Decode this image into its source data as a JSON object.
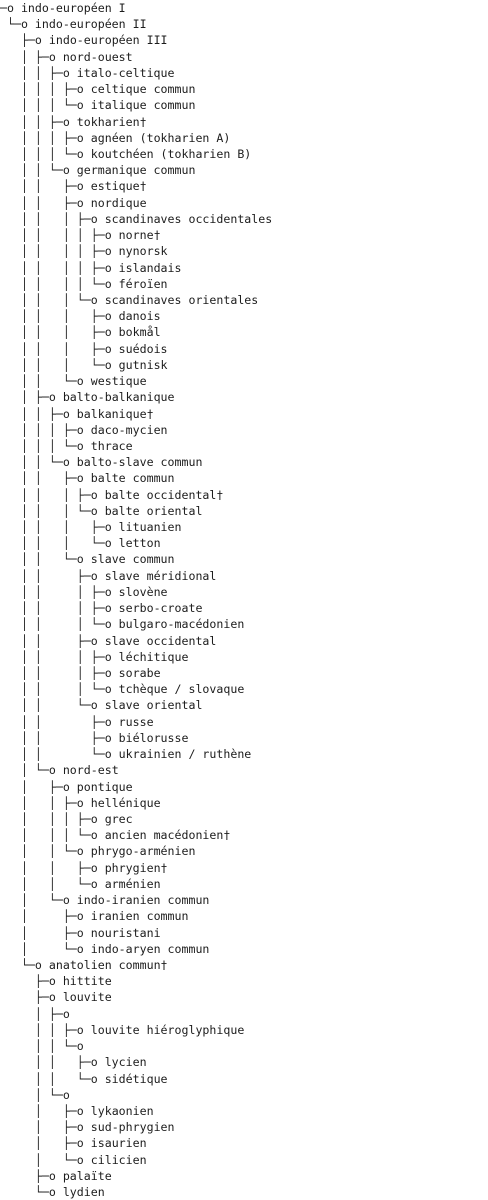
{
  "tree": {
    "nodes": [
      {
        "prefix": "─o ",
        "label": "indo-européen I"
      },
      {
        "prefix": " └─o ",
        "label": "indo-européen II"
      },
      {
        "prefix": "   ├─o ",
        "label": "indo-européen III"
      },
      {
        "prefix": "   │ ├─o ",
        "label": "nord-ouest"
      },
      {
        "prefix": "   │ │ ├─o ",
        "label": "italo-celtique"
      },
      {
        "prefix": "   │ │ │ ├─o ",
        "label": "celtique commun"
      },
      {
        "prefix": "   │ │ │ └─o ",
        "label": "italique commun"
      },
      {
        "prefix": "   │ │ ├─o ",
        "label": "tokharien†"
      },
      {
        "prefix": "   │ │ │ ├─o ",
        "label": "agnéen (tokharien A)"
      },
      {
        "prefix": "   │ │ │ └─o ",
        "label": "koutchéen (tokharien B)"
      },
      {
        "prefix": "   │ │ └─o ",
        "label": "germanique commun"
      },
      {
        "prefix": "   │ │   ├─o ",
        "label": "estique†"
      },
      {
        "prefix": "   │ │   ├─o ",
        "label": "nordique"
      },
      {
        "prefix": "   │ │   │ ├─o ",
        "label": "scandinaves occidentales"
      },
      {
        "prefix": "   │ │   │ │ ├─o ",
        "label": "norne†"
      },
      {
        "prefix": "   │ │   │ │ ├─o ",
        "label": "nynorsk"
      },
      {
        "prefix": "   │ │   │ │ ├─o ",
        "label": "islandais"
      },
      {
        "prefix": "   │ │   │ │ └─o ",
        "label": "féroïen"
      },
      {
        "prefix": "   │ │   │ └─o ",
        "label": "scandinaves orientales"
      },
      {
        "prefix": "   │ │   │   ├─o ",
        "label": "danois"
      },
      {
        "prefix": "   │ │   │   ├─o ",
        "label": "bokmål"
      },
      {
        "prefix": "   │ │   │   ├─o ",
        "label": "suédois"
      },
      {
        "prefix": "   │ │   │   └─o ",
        "label": "gutnisk"
      },
      {
        "prefix": "   │ │   └─o ",
        "label": "westique"
      },
      {
        "prefix": "   │ ├─o ",
        "label": "balto-balkanique"
      },
      {
        "prefix": "   │ │ ├─o ",
        "label": "balkanique†"
      },
      {
        "prefix": "   │ │ │ ├─o ",
        "label": "daco-mycien"
      },
      {
        "prefix": "   │ │ │ └─o ",
        "label": "thrace"
      },
      {
        "prefix": "   │ │ └─o ",
        "label": "balto-slave commun"
      },
      {
        "prefix": "   │ │   ├─o ",
        "label": "balte commun"
      },
      {
        "prefix": "   │ │   │ ├─o ",
        "label": "balte occidental†"
      },
      {
        "prefix": "   │ │   │ └─o ",
        "label": "balte oriental"
      },
      {
        "prefix": "   │ │   │   ├─o ",
        "label": "lituanien"
      },
      {
        "prefix": "   │ │   │   └─o ",
        "label": "letton"
      },
      {
        "prefix": "   │ │   └─o ",
        "label": "slave commun"
      },
      {
        "prefix": "   │ │     ├─o ",
        "label": "slave méridional"
      },
      {
        "prefix": "   │ │     │ ├─o ",
        "label": "slovène"
      },
      {
        "prefix": "   │ │     │ ├─o ",
        "label": "serbo-croate"
      },
      {
        "prefix": "   │ │     │ └─o ",
        "label": "bulgaro-macédonien"
      },
      {
        "prefix": "   │ │     ├─o ",
        "label": "slave occidental"
      },
      {
        "prefix": "   │ │     │ ├─o ",
        "label": "léchitique"
      },
      {
        "prefix": "   │ │     │ ├─o ",
        "label": "sorabe"
      },
      {
        "prefix": "   │ │     │ └─o ",
        "label": "tchèque / slovaque"
      },
      {
        "prefix": "   │ │     └─o ",
        "label": "slave oriental"
      },
      {
        "prefix": "   │ │       ├─o ",
        "label": "russe"
      },
      {
        "prefix": "   │ │       ├─o ",
        "label": "biélorusse"
      },
      {
        "prefix": "   │ │       └─o ",
        "label": "ukrainien / ruthène"
      },
      {
        "prefix": "   │ └─o ",
        "label": "nord-est"
      },
      {
        "prefix": "   │   ├─o ",
        "label": "pontique"
      },
      {
        "prefix": "   │   │ ├─o ",
        "label": "hellénique"
      },
      {
        "prefix": "   │   │ │ ├─o ",
        "label": "grec"
      },
      {
        "prefix": "   │   │ │ └─o ",
        "label": "ancien macédonien†"
      },
      {
        "prefix": "   │   │ └─o ",
        "label": "phrygo-arménien"
      },
      {
        "prefix": "   │   │   ├─o ",
        "label": "phrygien†"
      },
      {
        "prefix": "   │   │   └─o ",
        "label": "arménien"
      },
      {
        "prefix": "   │   └─o ",
        "label": "indo-iranien commun"
      },
      {
        "prefix": "   │     ├─o ",
        "label": "iranien commun"
      },
      {
        "prefix": "   │     ├─o ",
        "label": "nouristani"
      },
      {
        "prefix": "   │     └─o ",
        "label": "indo-aryen commun"
      },
      {
        "prefix": "   └─o ",
        "label": "anatolien commun†"
      },
      {
        "prefix": "     ├─o ",
        "label": "hittite"
      },
      {
        "prefix": "     ├─o ",
        "label": "louvite"
      },
      {
        "prefix": "     │ ├─o",
        "label": ""
      },
      {
        "prefix": "     │ │ ├─o ",
        "label": "louvite hiéroglyphique"
      },
      {
        "prefix": "     │ │ └─o",
        "label": ""
      },
      {
        "prefix": "     │ │   ├─o ",
        "label": "lycien"
      },
      {
        "prefix": "     │ │   └─o ",
        "label": "sidétique"
      },
      {
        "prefix": "     │ └─o",
        "label": ""
      },
      {
        "prefix": "     │   ├─o ",
        "label": "lykaonien"
      },
      {
        "prefix": "     │   ├─o ",
        "label": "sud-phrygien"
      },
      {
        "prefix": "     │   ├─o ",
        "label": "isaurien"
      },
      {
        "prefix": "     │   └─o ",
        "label": "cilicien"
      },
      {
        "prefix": "     ├─o ",
        "label": "palaïte"
      },
      {
        "prefix": "     └─o ",
        "label": "lydien"
      }
    ]
  }
}
